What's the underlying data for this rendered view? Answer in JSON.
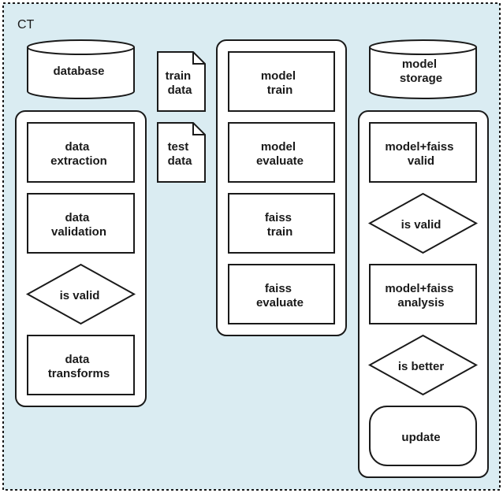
{
  "frame": {
    "label": "CT"
  },
  "nodes": {
    "database": [
      "database"
    ],
    "train_data": [
      "train",
      "data"
    ],
    "test_data": [
      "test",
      "data"
    ],
    "model_storage": [
      "model",
      "storage"
    ],
    "data_extraction": [
      "data",
      "extraction"
    ],
    "data_validation": [
      "data",
      "validation"
    ],
    "is_valid_left": [
      "is valid"
    ],
    "data_transforms": [
      "data",
      "transforms"
    ],
    "model_train": [
      "model",
      "train"
    ],
    "model_evaluate": [
      "model",
      "evaluate"
    ],
    "faiss_train": [
      "faiss",
      "train"
    ],
    "faiss_evaluate": [
      "faiss",
      "evaluate"
    ],
    "model_faiss_valid": [
      "model+faiss",
      "valid"
    ],
    "is_valid_right": [
      "is valid"
    ],
    "model_faiss_analysis": [
      "model+faiss",
      "analysis"
    ],
    "is_better": [
      "is better"
    ],
    "update": [
      "update"
    ]
  },
  "colors": {
    "frame_fill": "#daecf2",
    "stroke": "#1a1a1a",
    "shape_fill": "#ffffff"
  }
}
